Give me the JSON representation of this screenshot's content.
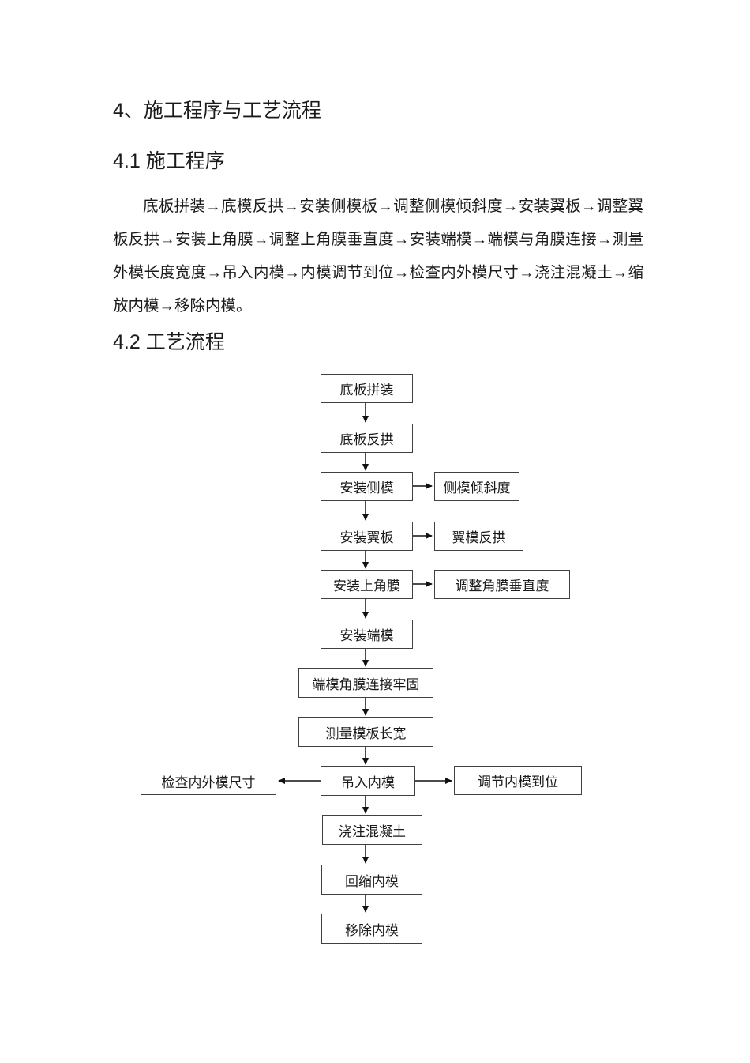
{
  "page": {
    "heading_section": "4、施工程序与工艺流程",
    "heading_sub1": "4.1 施工程序",
    "paragraph_lines": [
      "底板拼装→底模反拱→安装侧模板→调整侧模倾斜度→安装翼板→调整翼",
      "板反拱→安装上角膜→调整上角膜垂直度→安装端模→端模与角膜连接→测量",
      "外模长度宽度→吊入内模→内模调节到位→检查内外模尺寸→浇注混凝土→缩",
      "放内模→移除内模。"
    ],
    "heading_sub2": "4.2 工艺流程"
  },
  "flowchart": {
    "nodes": {
      "main": [
        "底板拼装",
        "底板反拱",
        "安装侧模",
        "安装翼板",
        "安装上角膜",
        "安装端模",
        "端模角膜连接牢固",
        "测量模板长宽",
        "吊入内模",
        "浇注混凝土",
        "回缩内模",
        "移除内模"
      ],
      "side": [
        "侧模倾斜度",
        "翼模反拱",
        "调整角膜垂直度"
      ],
      "branch_left": "检查内外模尺寸",
      "branch_right": "调节内模到位"
    }
  }
}
